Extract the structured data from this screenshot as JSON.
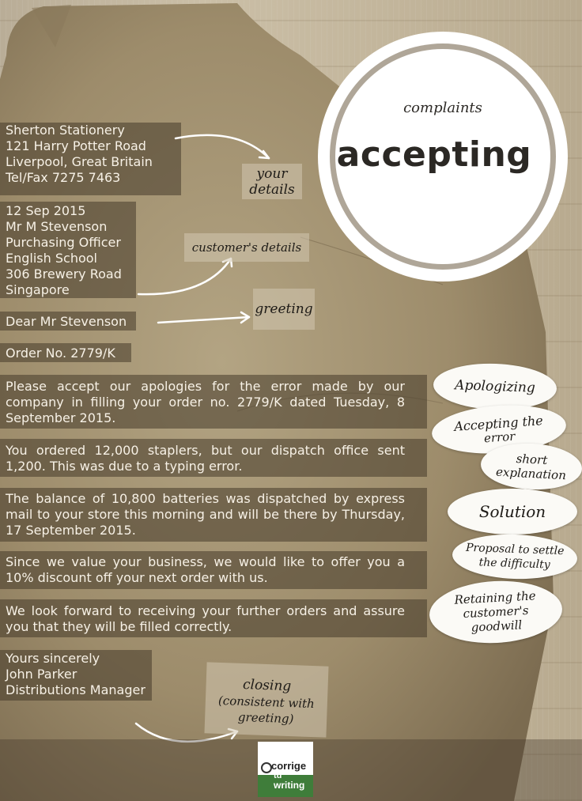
{
  "title_small": "complaints",
  "title_big": "accepting",
  "sender": {
    "lines": [
      "Sherton Stationery",
      "121 Harry Potter Road",
      "Liverpool, Great Britain",
      "Tel/Fax 7275 7463"
    ]
  },
  "recipient": {
    "lines": [
      "12 Sep 2015",
      "Mr M Stevenson",
      "Purchasing Officer",
      "English School",
      "306 Brewery Road",
      "Singapore"
    ]
  },
  "greeting": "Dear Mr Stevenson",
  "order_line": "Order No. 2779/K",
  "paragraphs": {
    "p1": "Please accept our apologies for the error made by our company in filling your order no. 2779/K dated Tuesday, 8 September 2015.",
    "p2": "You ordered 12,000 staplers, but our dispatch office sent 1,200. This was due to a typing error.",
    "p3": "The balance of 10,800 batteries was dispatched by express mail to your store this morning and will be there by Thursday, 17 September 2015.",
    "p4": "Since we value your business, we would like to offer you a 10% discount off your next order with us.",
    "p5": "We look forward to receiving your further orders and assure you that they will be filled correctly."
  },
  "closing": {
    "lines": [
      "Yours sincerely",
      "John Parker",
      "Distributions Manager"
    ]
  },
  "tags": {
    "your_details_1": "your",
    "your_details_2": "details",
    "customers_details": "customer's details",
    "greeting_tag": "greeting",
    "closing_1": "closing",
    "closing_2": "(consistent with",
    "closing_3": "greeting)"
  },
  "ovals": {
    "apologizing": "Apologizing",
    "accepting_1": "Accepting the",
    "accepting_2": "error",
    "short_1": "short",
    "short_2": "explanation",
    "solution": "Solution",
    "proposal_1": "Proposal to settle",
    "proposal_2": "the difficulty",
    "retaining_1": "Retaining the",
    "retaining_2": "customer's",
    "retaining_3": "goodwill"
  },
  "logo": {
    "line1": "corrige",
    "line2": "tu",
    "line3": "writing"
  },
  "colors": {
    "text_light": "#f7f1e6",
    "band": "#463a2a",
    "logo_green": "#3f7d3a",
    "oval_bg": "#fbfaf6"
  }
}
